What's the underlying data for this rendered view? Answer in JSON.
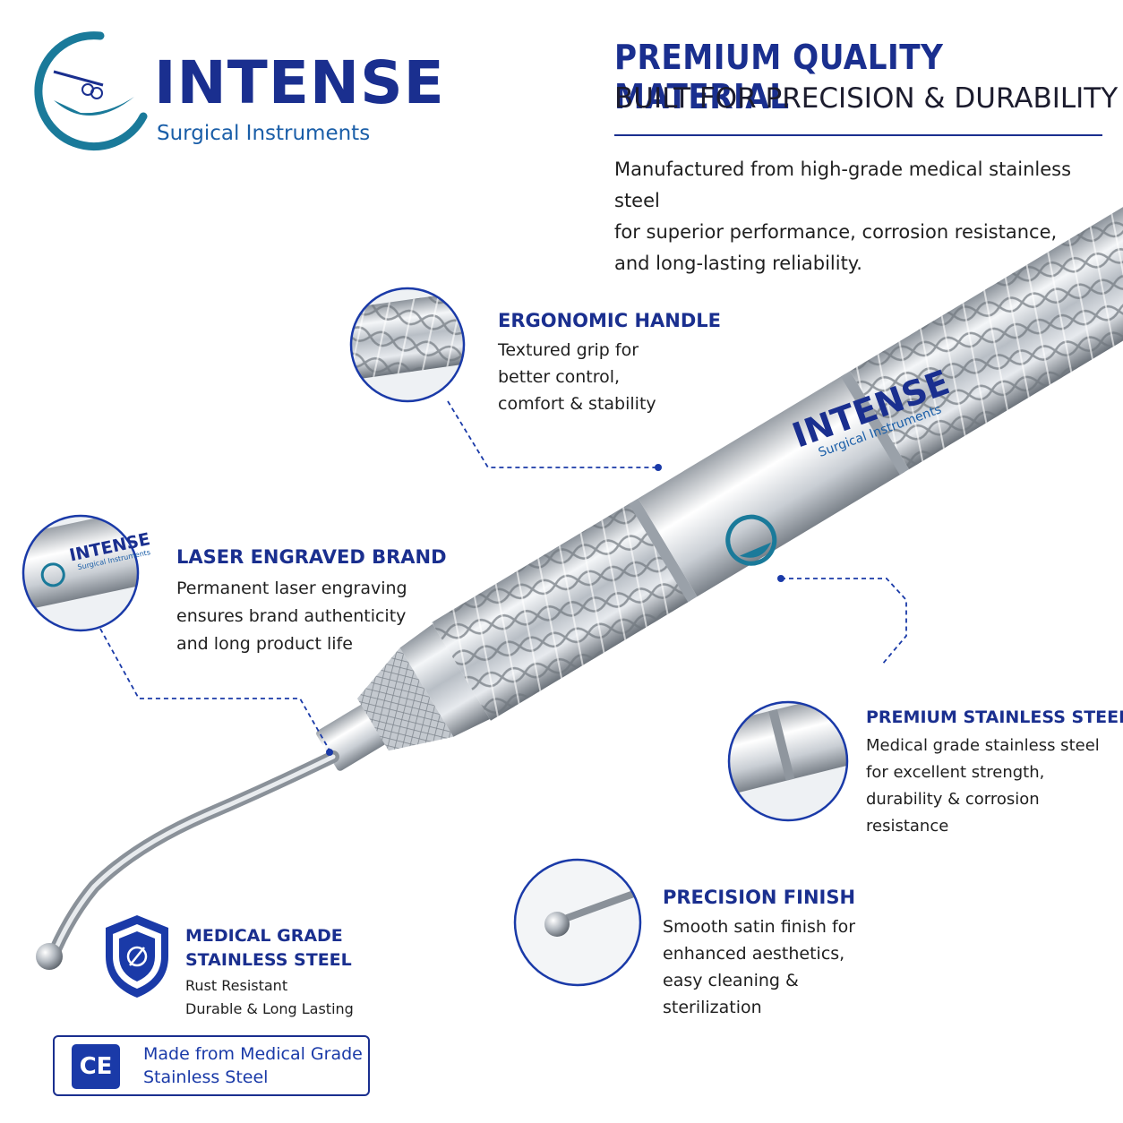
{
  "logo": {
    "name": "INTENSE",
    "subtitle": "Surgical Instruments"
  },
  "header": {
    "headline": "PREMIUM QUALITY MATERIAL",
    "subhead": "BUILT FOR PRECISION & DURABILITY",
    "intro": [
      "Manufactured from high-grade medical stainless steel",
      "for superior performance, corrosion resistance,",
      "and long-lasting reliability."
    ]
  },
  "features": {
    "ergonomic": {
      "title": "ERGONOMIC HANDLE",
      "lines": [
        "Textured grip for",
        "better control,",
        "comfort & stability"
      ]
    },
    "laser": {
      "title": "LASER ENGRAVED BRAND",
      "lines": [
        "Permanent laser engraving",
        "ensures brand authenticity",
        "and long product life"
      ]
    },
    "steel": {
      "title": "PREMIUM STAINLESS STEEL",
      "lines": [
        "Medical grade stainless steel",
        "for excellent strength,",
        "durability & corrosion",
        "resistance"
      ]
    },
    "finish": {
      "title": "PRECISION FINISH",
      "lines": [
        "Smooth satin finish for",
        "enhanced aesthetics,",
        "easy cleaning &",
        "sterilization"
      ]
    }
  },
  "medical_grade": {
    "title_lines": [
      "MEDICAL GRADE",
      "STAINLESS STEEL"
    ],
    "lines": [
      "Rust Resistant",
      "Durable & Long Lasting"
    ]
  },
  "ce": {
    "badge": "CE",
    "lines": [
      "Made from Medical Grade",
      "Stainless Steel"
    ]
  },
  "engraving": {
    "brand": "INTENSE",
    "sub": "Surgical Instruments"
  },
  "colors": {
    "brand_blue": "#1a2f8f",
    "teal": "#1a7a9a",
    "accent_blue": "#1a3aa8"
  }
}
